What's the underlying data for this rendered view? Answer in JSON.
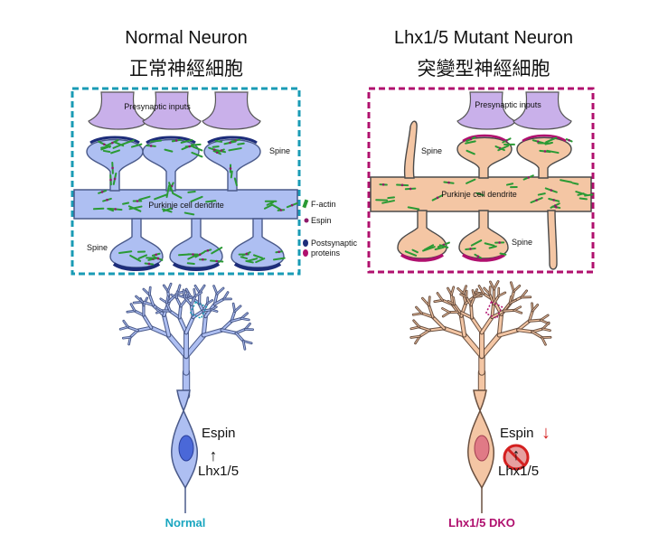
{
  "normal": {
    "title_en": "Normal Neuron",
    "title_zh": "正常神經細胞",
    "presynaptic_label": "Presynaptic inputs",
    "spine_top_label": "Spine",
    "dendrite_label": "Purkinje cell dendrite",
    "spine_bottom_label": "Spine",
    "espin_label": "Espin",
    "arrow_up": "↑",
    "gene_label": "Lhx1/5",
    "caption": "Normal"
  },
  "mutant": {
    "title_en": "Lhx1/5 Mutant Neuron",
    "title_zh": "突變型神經細胞",
    "presynaptic_label": "Presynaptic inputs",
    "spine_top_label": "Spine",
    "dendrite_label": "Purkinje cell dendrite",
    "spine_bottom_label": "Spine",
    "espin_label": "Espin",
    "arrow_down": "↓",
    "arrow_up": "↑",
    "gene_label": "Lhx1/5",
    "caption": "Lhx1/5 DKO"
  },
  "legend": {
    "factin": "F-actin",
    "espin": "Espin",
    "postsynaptic_line1": "Postsynaptic",
    "postsynaptic_line2": "proteins"
  },
  "colors": {
    "normal_frame": "#1a9bb5",
    "mutant_frame": "#b0106e",
    "normal_fill": "#aebff2",
    "normal_stroke": "#4a5a8a",
    "mutant_fill": "#f4c6a4",
    "mutant_stroke": "#4a4a4a",
    "presynaptic": "#c9b0ea",
    "factin": "#2a9a34",
    "espin": "#8e1a6a",
    "postsynaptic_dark": "#1d2d7a",
    "postsynaptic_red": "#b0106e",
    "normal_caption": "#1aa6c0",
    "mutant_caption": "#b0106e",
    "down_arrow": "#d42020",
    "nucleus_normal": "#4a68d8",
    "nucleus_mutant": "#e07a86"
  }
}
